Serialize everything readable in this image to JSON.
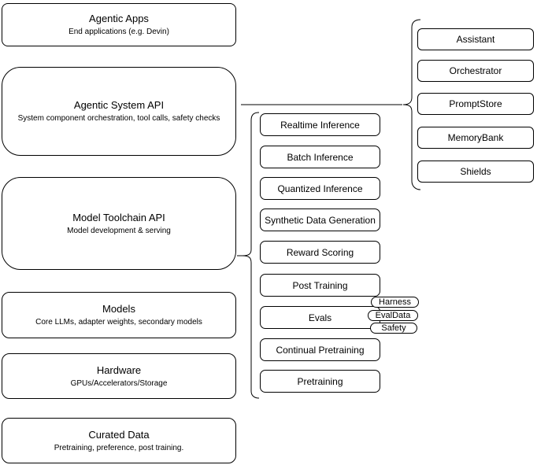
{
  "canvas": {
    "background_color": "#ffffff",
    "stroke_color": "#000000",
    "text_color": "#000000"
  },
  "stack_nodes": [
    {
      "title": "Agentic Apps",
      "subtitle": "End applications (e.g. Devin)"
    },
    {
      "title": "Agentic System API",
      "subtitle": "System component orchestration, tool calls, safety checks"
    },
    {
      "title": "Model Toolchain API",
      "subtitle": "Model development & serving"
    },
    {
      "title": "Models",
      "subtitle": "Core LLMs, adapter weights, secondary models"
    },
    {
      "title": "Hardware",
      "subtitle": "GPUs/Accelerators/Storage"
    },
    {
      "title": "Curated Data",
      "subtitle": "Pretraining, preference, post training."
    }
  ],
  "toolchain_services": [
    {
      "label": "Realtime Inference"
    },
    {
      "label": "Batch Inference"
    },
    {
      "label": "Quantized Inference"
    },
    {
      "label": "Synthetic Data Generation"
    },
    {
      "label": "Reward Scoring"
    },
    {
      "label": "Post Training"
    },
    {
      "label": "Evals"
    },
    {
      "label": "Continual Pretraining"
    },
    {
      "label": "Pretraining"
    }
  ],
  "evals_tags": [
    {
      "label": "Harness"
    },
    {
      "label": "EvalData"
    },
    {
      "label": "Safety"
    }
  ],
  "system_components": [
    {
      "label": "Assistant"
    },
    {
      "label": "Orchestrator"
    },
    {
      "label": "PromptStore"
    },
    {
      "label": "MemoryBank"
    },
    {
      "label": "Shields"
    }
  ]
}
